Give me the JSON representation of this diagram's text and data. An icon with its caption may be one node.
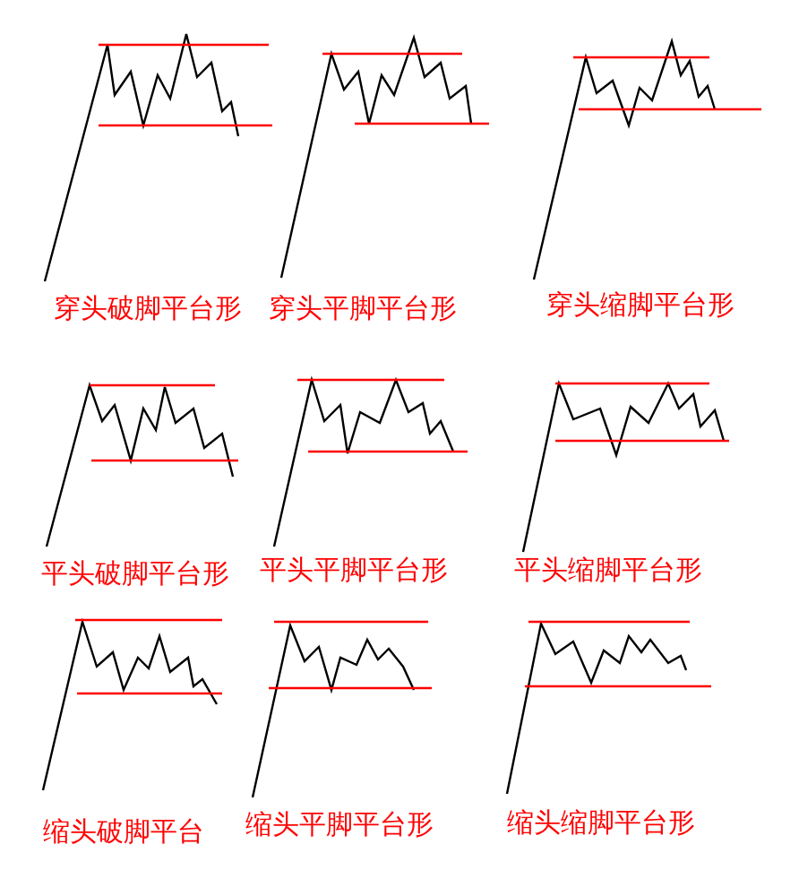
{
  "diagram": {
    "labels": [
      "穿头破脚平台形",
      "穿头平脚平台形",
      "穿头缩脚平台形",
      "平头破脚平台形",
      "平头平脚平台形",
      "平头缩脚平台形",
      "缩头破脚平台",
      "缩头平脚平台形",
      "缩头缩脚平台形"
    ]
  }
}
